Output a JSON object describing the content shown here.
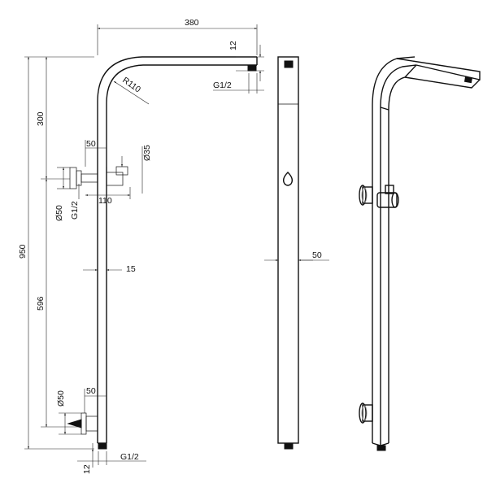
{
  "diagram": {
    "dimensions": {
      "width_top": "380",
      "outlet_height": "12",
      "thread_top": "G1/2",
      "radius": "R110",
      "upper_height": "300",
      "total_height": "950",
      "lower_height": "596",
      "bracket_offset_top": "50",
      "diverter_diameter": "Ø35",
      "bracket_diameter_top": "Ø50",
      "thread_mid": "G1/2",
      "bracket_depth": "110",
      "tube_width": "15",
      "bracket_offset_bottom": "50",
      "bracket_diameter_bottom": "Ø50",
      "thread_bottom": "G1/2",
      "outlet_bottom": "12",
      "front_width": "50"
    }
  }
}
